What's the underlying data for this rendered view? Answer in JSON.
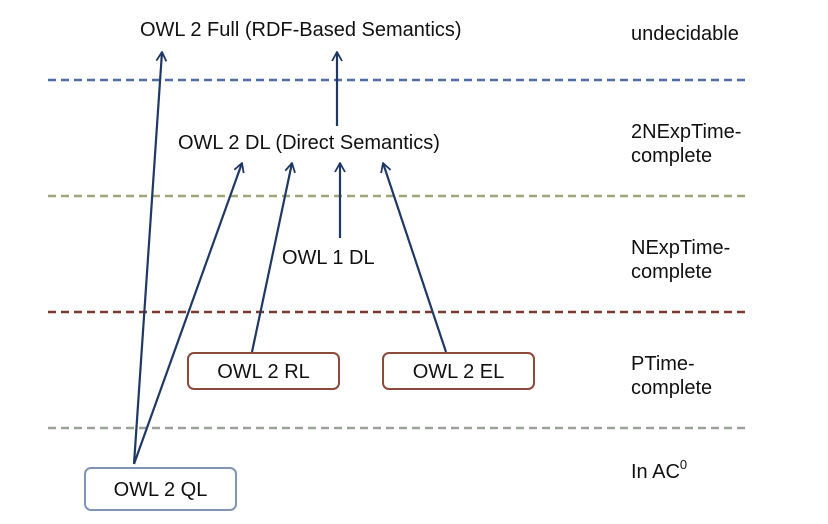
{
  "nodes": {
    "owl2_full": "OWL 2 Full (RDF-Based Semantics)",
    "owl2_dl": "OWL 2 DL (Direct Semantics)",
    "owl1_dl": "OWL 1 DL",
    "owl2_rl": "OWL 2 RL",
    "owl2_el": "OWL 2 EL",
    "owl2_ql": "OWL 2 QL"
  },
  "classes": {
    "undecidable": "undecidable",
    "c2nexptime_1": "2NExpTime-",
    "c2nexptime_2": "complete",
    "nexptime_1": "NExpTime-",
    "nexptime_2": "complete",
    "ptime_1": "PTime-",
    "ptime_2": "complete",
    "ac0_base": "In AC",
    "ac0_sup": "0"
  },
  "edges": [
    {
      "from": "OWL 2 QL",
      "to": "OWL 2 Full (RDF-Based Semantics)"
    },
    {
      "from": "OWL 2 QL",
      "to": "OWL 2 DL (Direct Semantics)"
    },
    {
      "from": "OWL 2 RL",
      "to": "OWL 2 DL (Direct Semantics)"
    },
    {
      "from": "OWL 2 EL",
      "to": "OWL 2 DL (Direct Semantics)"
    },
    {
      "from": "OWL 1 DL",
      "to": "OWL 2 DL (Direct Semantics)"
    },
    {
      "from": "OWL 2 DL (Direct Semantics)",
      "to": "OWL 2 Full (RDF-Based Semantics)"
    }
  ],
  "colors": {
    "arrow": "#1f3864",
    "divider_blue": "#4f6ea3",
    "divider_olive": "#9ea67c",
    "divider_brown": "#7a3b2e",
    "divider_gray": "#9aa29a",
    "box_brown": "#8b4a3c",
    "box_blue": "#7f95b3"
  }
}
